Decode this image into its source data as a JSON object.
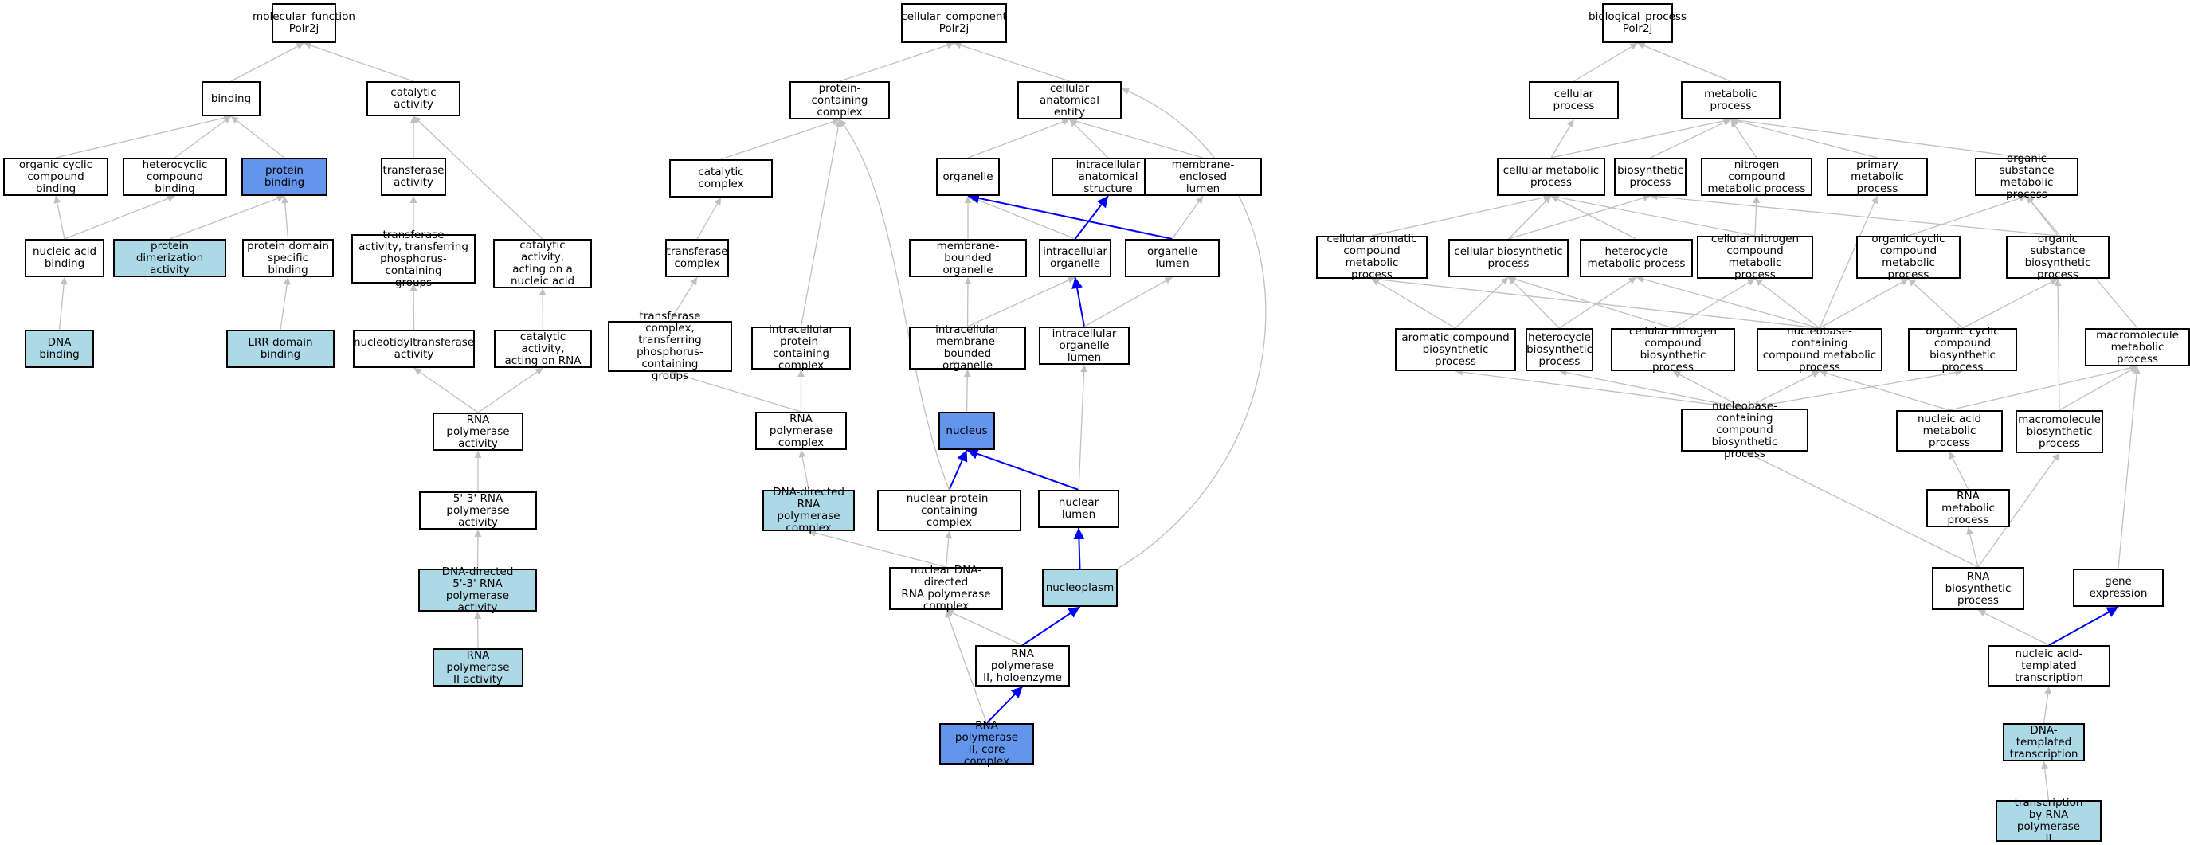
{
  "colors": {
    "edge_default": "#c0c0c0",
    "edge_highlight": "#0000ff",
    "node_light": "#add8e6",
    "node_dark": "#6495ed",
    "node_plain": "#ffffff"
  },
  "nodes": [
    {
      "id": "mf_root",
      "label": "molecular_function\nPolr2j",
      "style": "plain"
    },
    {
      "id": "binding",
      "label": "binding",
      "style": "plain"
    },
    {
      "id": "cat_act",
      "label": "catalytic activity",
      "style": "plain"
    },
    {
      "id": "org_cyc_bind",
      "label": "organic cyclic\ncompound binding",
      "style": "plain"
    },
    {
      "id": "het_bind",
      "label": "heterocyclic\ncompound binding",
      "style": "plain"
    },
    {
      "id": "prot_bind",
      "label": "protein binding",
      "style": "dark"
    },
    {
      "id": "transferase_act",
      "label": "transferase\nactivity",
      "style": "plain"
    },
    {
      "id": "nuc_acid_bind",
      "label": "nucleic acid\nbinding",
      "style": "plain"
    },
    {
      "id": "prot_dimer",
      "label": "protein dimerization\nactivity",
      "style": "light"
    },
    {
      "id": "prot_domain",
      "label": "protein domain\nspecific binding",
      "style": "plain"
    },
    {
      "id": "transf_phos",
      "label": "transferase\nactivity, transferring\nphosphorus-containing\ngroups",
      "style": "plain"
    },
    {
      "id": "cat_nucacid",
      "label": "catalytic activity,\nacting on a\nnucleic acid",
      "style": "plain"
    },
    {
      "id": "dna_bind",
      "label": "DNA binding",
      "style": "light"
    },
    {
      "id": "lrr",
      "label": "LRR domain binding",
      "style": "light"
    },
    {
      "id": "nucleotidyl",
      "label": "nucleotidyltransferase\nactivity",
      "style": "plain"
    },
    {
      "id": "cat_rna",
      "label": "catalytic activity,\nacting on RNA",
      "style": "plain"
    },
    {
      "id": "rnap_act",
      "label": "RNA polymerase\nactivity",
      "style": "plain"
    },
    {
      "id": "rnap53",
      "label": "5'-3' RNA polymerase\nactivity",
      "style": "plain"
    },
    {
      "id": "dd_rnap53",
      "label": "DNA-directed\n5'-3' RNA polymerase\nactivity",
      "style": "light"
    },
    {
      "id": "rnap2_act",
      "label": "RNA polymerase\nII activity",
      "style": "light"
    },
    {
      "id": "cc_root",
      "label": "cellular_component\nPolr2j",
      "style": "plain"
    },
    {
      "id": "prot_complex",
      "label": "protein-containing\ncomplex",
      "style": "plain"
    },
    {
      "id": "cell_anat",
      "label": "cellular anatomical\nentity",
      "style": "plain"
    },
    {
      "id": "cat_complex",
      "label": "catalytic complex",
      "style": "plain"
    },
    {
      "id": "organelle",
      "label": "organelle",
      "style": "plain"
    },
    {
      "id": "intra_anat",
      "label": "intracellular\nanatomical structure",
      "style": "plain"
    },
    {
      "id": "mem_encl",
      "label": "membrane-enclosed\nlumen",
      "style": "plain"
    },
    {
      "id": "transf_complex",
      "label": "transferase\ncomplex",
      "style": "plain"
    },
    {
      "id": "mem_bound_org",
      "label": "membrane-bounded\norganelle",
      "style": "plain"
    },
    {
      "id": "intra_org",
      "label": "intracellular\norganelle",
      "style": "plain"
    },
    {
      "id": "org_lumen",
      "label": "organelle lumen",
      "style": "plain"
    },
    {
      "id": "transf_complex_phos",
      "label": "transferase\ncomplex, transferring\nphosphorus-containing\ngroups",
      "style": "plain"
    },
    {
      "id": "intra_prot_complex",
      "label": "intracellular\nprotein-containing\ncomplex",
      "style": "plain"
    },
    {
      "id": "intra_mem_org",
      "label": "intracellular\nmembrane-bounded\norganelle",
      "style": "plain"
    },
    {
      "id": "intra_org_lumen",
      "label": "intracellular\norganelle lumen",
      "style": "plain"
    },
    {
      "id": "rnap_complex",
      "label": "RNA polymerase\ncomplex",
      "style": "plain"
    },
    {
      "id": "nucleus",
      "label": "nucleus",
      "style": "dark"
    },
    {
      "id": "dd_rnap_complex",
      "label": "DNA-directed\nRNA polymerase\ncomplex",
      "style": "light"
    },
    {
      "id": "nuc_prot_complex",
      "label": "nuclear protein-containing\ncomplex",
      "style": "plain"
    },
    {
      "id": "nuc_lumen",
      "label": "nuclear lumen",
      "style": "plain"
    },
    {
      "id": "nuc_dd_rnap",
      "label": "nuclear DNA-directed\nRNA polymerase\ncomplex",
      "style": "plain"
    },
    {
      "id": "nucleoplasm",
      "label": "nucleoplasm",
      "style": "light"
    },
    {
      "id": "rnap2_holo",
      "label": "RNA polymerase\nII, holoenzyme",
      "style": "plain"
    },
    {
      "id": "rnap2_core",
      "label": "RNA polymerase\nII, core complex",
      "style": "dark"
    },
    {
      "id": "bp_root",
      "label": "biological_process\nPolr2j",
      "style": "plain"
    },
    {
      "id": "cell_proc",
      "label": "cellular process",
      "style": "plain"
    },
    {
      "id": "met_proc",
      "label": "metabolic process",
      "style": "plain"
    },
    {
      "id": "cell_met",
      "label": "cellular metabolic\nprocess",
      "style": "plain"
    },
    {
      "id": "biosyn",
      "label": "biosynthetic\nprocess",
      "style": "plain"
    },
    {
      "id": "nitro_met",
      "label": "nitrogen compound\nmetabolic process",
      "style": "plain"
    },
    {
      "id": "prim_met",
      "label": "primary metabolic\nprocess",
      "style": "plain"
    },
    {
      "id": "org_sub_met",
      "label": "organic substance\nmetabolic process",
      "style": "plain"
    },
    {
      "id": "cell_arom_met",
      "label": "cellular aromatic\ncompound metabolic\nprocess",
      "style": "plain"
    },
    {
      "id": "cell_biosyn",
      "label": "cellular biosynthetic\nprocess",
      "style": "plain"
    },
    {
      "id": "hetcyc_met",
      "label": "heterocycle\nmetabolic process",
      "style": "plain"
    },
    {
      "id": "cell_nitro_met",
      "label": "cellular nitrogen\ncompound metabolic\nprocess",
      "style": "plain"
    },
    {
      "id": "org_cyc_met",
      "label": "organic cyclic\ncompound metabolic\nprocess",
      "style": "plain"
    },
    {
      "id": "org_sub_biosyn",
      "label": "organic substance\nbiosynthetic\nprocess",
      "style": "plain"
    },
    {
      "id": "arom_biosyn",
      "label": "aromatic compound\nbiosynthetic\nprocess",
      "style": "plain"
    },
    {
      "id": "hetcyc_biosyn",
      "label": "heterocycle\nbiosynthetic\nprocess",
      "style": "plain"
    },
    {
      "id": "cell_nitro_biosyn",
      "label": "cellular nitrogen\ncompound biosynthetic\nprocess",
      "style": "plain"
    },
    {
      "id": "nucbase_met",
      "label": "nucleobase-containing\ncompound metabolic\nprocess",
      "style": "plain"
    },
    {
      "id": "org_cyc_biosyn",
      "label": "organic cyclic\ncompound biosynthetic\nprocess",
      "style": "plain"
    },
    {
      "id": "macro_met",
      "label": "macromolecule\nmetabolic process",
      "style": "plain"
    },
    {
      "id": "nucbase_biosyn",
      "label": "nucleobase-containing\ncompound biosynthetic\nprocess",
      "style": "plain"
    },
    {
      "id": "nucacid_met",
      "label": "nucleic acid\nmetabolic process",
      "style": "plain"
    },
    {
      "id": "macro_biosyn",
      "label": "macromolecule\nbiosynthetic\nprocess",
      "style": "plain"
    },
    {
      "id": "rna_met",
      "label": "RNA metabolic\nprocess",
      "style": "plain"
    },
    {
      "id": "rna_biosyn",
      "label": "RNA biosynthetic\nprocess",
      "style": "plain"
    },
    {
      "id": "gene_expr",
      "label": "gene expression",
      "style": "plain"
    },
    {
      "id": "nat_transc",
      "label": "nucleic acid-templated\ntranscription",
      "style": "plain"
    },
    {
      "id": "dna_transc",
      "label": "DNA-templated\ntranscription",
      "style": "light"
    },
    {
      "id": "transc_rnap2",
      "label": "transcription\nby RNA polymerase\nII",
      "style": "light"
    }
  ],
  "edges": [
    {
      "from": "binding",
      "to": "mf_root"
    },
    {
      "from": "cat_act",
      "to": "mf_root"
    },
    {
      "from": "org_cyc_bind",
      "to": "binding"
    },
    {
      "from": "het_bind",
      "to": "binding"
    },
    {
      "from": "prot_bind",
      "to": "binding"
    },
    {
      "from": "transferase_act",
      "to": "cat_act"
    },
    {
      "from": "cat_nucacid",
      "to": "cat_act"
    },
    {
      "from": "nuc_acid_bind",
      "to": "org_cyc_bind"
    },
    {
      "from": "nuc_acid_bind",
      "to": "het_bind"
    },
    {
      "from": "prot_dimer",
      "to": "prot_bind"
    },
    {
      "from": "prot_domain",
      "to": "prot_bind"
    },
    {
      "from": "transf_phos",
      "to": "transferase_act"
    },
    {
      "from": "dna_bind",
      "to": "nuc_acid_bind"
    },
    {
      "from": "lrr",
      "to": "prot_domain"
    },
    {
      "from": "nucleotidyl",
      "to": "transf_phos"
    },
    {
      "from": "cat_rna",
      "to": "cat_nucacid"
    },
    {
      "from": "rnap_act",
      "to": "nucleotidyl"
    },
    {
      "from": "rnap_act",
      "to": "cat_rna"
    },
    {
      "from": "rnap53",
      "to": "rnap_act"
    },
    {
      "from": "dd_rnap53",
      "to": "rnap53"
    },
    {
      "from": "rnap2_act",
      "to": "dd_rnap53"
    },
    {
      "from": "prot_complex",
      "to": "cc_root"
    },
    {
      "from": "cell_anat",
      "to": "cc_root"
    },
    {
      "from": "cat_complex",
      "to": "prot_complex"
    },
    {
      "from": "organelle",
      "to": "cell_anat"
    },
    {
      "from": "intra_anat",
      "to": "cell_anat"
    },
    {
      "from": "mem_encl",
      "to": "cell_anat"
    },
    {
      "from": "transf_complex",
      "to": "cat_complex"
    },
    {
      "from": "mem_bound_org",
      "to": "organelle"
    },
    {
      "from": "intra_org",
      "to": "organelle"
    },
    {
      "from": "intra_org",
      "to": "intra_anat",
      "hl": true
    },
    {
      "from": "org_lumen",
      "to": "organelle",
      "hl": true
    },
    {
      "from": "org_lumen",
      "to": "mem_encl"
    },
    {
      "from": "transf_complex_phos",
      "to": "transf_complex"
    },
    {
      "from": "intra_prot_complex",
      "to": "prot_complex"
    },
    {
      "from": "intra_mem_org",
      "to": "mem_bound_org"
    },
    {
      "from": "intra_mem_org",
      "to": "intra_org"
    },
    {
      "from": "intra_org_lumen",
      "to": "intra_org",
      "hl": true
    },
    {
      "from": "intra_org_lumen",
      "to": "org_lumen"
    },
    {
      "from": "rnap_complex",
      "to": "transf_complex_phos"
    },
    {
      "from": "rnap_complex",
      "to": "intra_prot_complex"
    },
    {
      "from": "nucleus",
      "to": "intra_mem_org"
    },
    {
      "from": "dd_rnap_complex",
      "to": "rnap_complex"
    },
    {
      "from": "nuc_prot_complex",
      "to": "nucleus",
      "hl": true
    },
    {
      "from": "nuc_prot_complex",
      "to": "prot_complex",
      "curve": true
    },
    {
      "from": "nuc_lumen",
      "to": "nucleus",
      "hl": true
    },
    {
      "from": "nuc_lumen",
      "to": "intra_org_lumen"
    },
    {
      "from": "nuc_dd_rnap",
      "to": "dd_rnap_complex"
    },
    {
      "from": "nuc_dd_rnap",
      "to": "nuc_prot_complex"
    },
    {
      "from": "nucleoplasm",
      "to": "nuc_lumen",
      "hl": true
    },
    {
      "from": "nucleoplasm",
      "to": "cell_anat",
      "curve": true
    },
    {
      "from": "rnap2_holo",
      "to": "nuc_dd_rnap"
    },
    {
      "from": "rnap2_holo",
      "to": "nucleoplasm",
      "hl": true
    },
    {
      "from": "rnap2_core",
      "to": "rnap2_holo",
      "hl": true
    },
    {
      "from": "rnap2_core",
      "to": "nuc_dd_rnap"
    },
    {
      "from": "cell_proc",
      "to": "bp_root"
    },
    {
      "from": "met_proc",
      "to": "bp_root"
    },
    {
      "from": "cell_met",
      "to": "cell_proc"
    },
    {
      "from": "cell_met",
      "to": "met_proc"
    },
    {
      "from": "biosyn",
      "to": "met_proc"
    },
    {
      "from": "nitro_met",
      "to": "met_proc"
    },
    {
      "from": "prim_met",
      "to": "met_proc"
    },
    {
      "from": "org_sub_met",
      "to": "met_proc"
    },
    {
      "from": "cell_arom_met",
      "to": "cell_met"
    },
    {
      "from": "cell_biosyn",
      "to": "cell_met"
    },
    {
      "from": "cell_biosyn",
      "to": "biosyn"
    },
    {
      "from": "hetcyc_met",
      "to": "cell_met"
    },
    {
      "from": "cell_nitro_met",
      "to": "cell_met"
    },
    {
      "from": "cell_nitro_met",
      "to": "nitro_met"
    },
    {
      "from": "org_cyc_met",
      "to": "org_sub_met"
    },
    {
      "from": "org_sub_biosyn",
      "to": "biosyn"
    },
    {
      "from": "org_sub_biosyn",
      "to": "org_sub_met"
    },
    {
      "from": "arom_biosyn",
      "to": "cell_arom_met"
    },
    {
      "from": "arom_biosyn",
      "to": "cell_biosyn"
    },
    {
      "from": "hetcyc_biosyn",
      "to": "cell_biosyn"
    },
    {
      "from": "hetcyc_biosyn",
      "to": "hetcyc_met"
    },
    {
      "from": "cell_nitro_biosyn",
      "to": "cell_biosyn"
    },
    {
      "from": "cell_nitro_biosyn",
      "to": "cell_nitro_met"
    },
    {
      "from": "nucbase_met",
      "to": "cell_arom_met"
    },
    {
      "from": "nucbase_met",
      "to": "hetcyc_met"
    },
    {
      "from": "nucbase_met",
      "to": "cell_nitro_met"
    },
    {
      "from": "nucbase_met",
      "to": "org_cyc_met"
    },
    {
      "from": "nucbase_met",
      "to": "prim_met"
    },
    {
      "from": "org_cyc_biosyn",
      "to": "org_cyc_met"
    },
    {
      "from": "org_cyc_biosyn",
      "to": "org_sub_biosyn"
    },
    {
      "from": "macro_met",
      "to": "org_sub_met"
    },
    {
      "from": "nucbase_biosyn",
      "to": "arom_biosyn"
    },
    {
      "from": "nucbase_biosyn",
      "to": "hetcyc_biosyn"
    },
    {
      "from": "nucbase_biosyn",
      "to": "cell_nitro_biosyn"
    },
    {
      "from": "nucbase_biosyn",
      "to": "nucbase_met"
    },
    {
      "from": "nucbase_biosyn",
      "to": "org_cyc_biosyn"
    },
    {
      "from": "nucacid_met",
      "to": "nucbase_met"
    },
    {
      "from": "nucacid_met",
      "to": "macro_met"
    },
    {
      "from": "macro_biosyn",
      "to": "org_sub_biosyn"
    },
    {
      "from": "macro_biosyn",
      "to": "macro_met"
    },
    {
      "from": "rna_met",
      "to": "nucacid_met"
    },
    {
      "from": "rna_biosyn",
      "to": "nucbase_biosyn"
    },
    {
      "from": "rna_biosyn",
      "to": "rna_met"
    },
    {
      "from": "rna_biosyn",
      "to": "macro_biosyn"
    },
    {
      "from": "gene_expr",
      "to": "macro_met"
    },
    {
      "from": "nat_transc",
      "to": "rna_biosyn"
    },
    {
      "from": "nat_transc",
      "to": "gene_expr",
      "hl": true
    },
    {
      "from": "dna_transc",
      "to": "nat_transc"
    },
    {
      "from": "transc_rnap2",
      "to": "dna_transc"
    }
  ]
}
